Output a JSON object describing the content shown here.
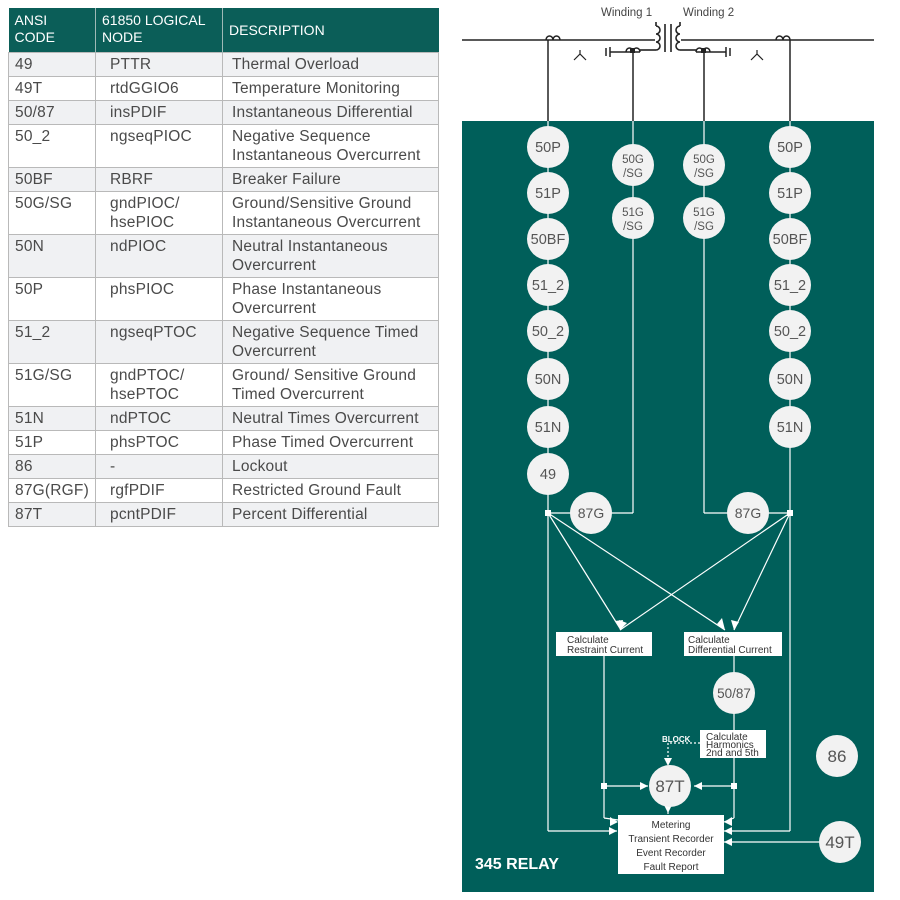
{
  "table": {
    "headers": [
      "ANSI\nCODE",
      "61850 LOGICAL\nNODE",
      "DESCRIPTION"
    ],
    "rows": [
      {
        "code": "49",
        "node": "PTTR",
        "desc": "Thermal Overload"
      },
      {
        "code": "49T",
        "node": "rtdGGIO6",
        "desc": "Temperature Monitoring"
      },
      {
        "code": "50/87",
        "node": "insPDIF",
        "desc": "Instantaneous Differential"
      },
      {
        "code": "50_2",
        "node": "ngseqPIOC",
        "desc": "Negative Sequence\nInstantaneous Overcurrent"
      },
      {
        "code": "50BF",
        "node": "RBRF",
        "desc": "Breaker Failure"
      },
      {
        "code": "50G/SG",
        "node": "gndPIOC/\nhsePIOC",
        "desc": "Ground/Sensitive Ground\nInstantaneous Overcurrent"
      },
      {
        "code": "50N",
        "node": "ndPIOC",
        "desc": "Neutral Instantaneous\nOvercurrent"
      },
      {
        "code": "50P",
        "node": "phsPIOC",
        "desc": "Phase Instantaneous\nOvercurrent"
      },
      {
        "code": "51_2",
        "node": "ngseqPTOC",
        "desc": "Negative Sequence Timed\nOvercurrent"
      },
      {
        "code": "51G/SG",
        "node": "gndPTOC/\nhsePTOC",
        "desc": "Ground/ Sensitive Ground\nTimed Overcurrent"
      },
      {
        "code": "51N",
        "node": "ndPTOC",
        "desc": "Neutral Times Overcurrent"
      },
      {
        "code": "51P",
        "node": "phsPTOC",
        "desc": "Phase Timed Overcurrent"
      },
      {
        "code": "86",
        "node": "-",
        "desc": "Lockout"
      },
      {
        "code": "87G(RGF)",
        "node": "rgfPDIF",
        "desc": "Restricted Ground Fault"
      },
      {
        "code": "87T",
        "node": "pcntPDIF",
        "desc": "Percent Differential"
      }
    ]
  },
  "diagram": {
    "winding1_label": "Winding 1",
    "winding2_label": "Winding 2",
    "relay_title": "345 RELAY",
    "left_column": [
      "50P",
      "51P",
      "50BF",
      "51_2",
      "50_2",
      "50N",
      "51N",
      "49"
    ],
    "right_column": [
      "50P",
      "51P",
      "50BF",
      "51_2",
      "50_2",
      "50N",
      "51N"
    ],
    "ground_left": [
      [
        "50G",
        "/SG"
      ],
      [
        "51G",
        "/SG"
      ]
    ],
    "ground_right": [
      [
        "50G",
        "/SG"
      ],
      [
        "51G",
        "/SG"
      ]
    ],
    "rgf_left": "87G",
    "rgf_right": "87G",
    "restraint_box": [
      "Calculate",
      "Restraint Current"
    ],
    "differential_box": [
      "Calculate",
      "Differential Current"
    ],
    "inst_diff": "50/87",
    "harmonics_box": [
      "Calculate",
      "Harmonics",
      "2nd and 5th"
    ],
    "block_label": "BLOCK",
    "percent_diff": "87T",
    "lockout": "86",
    "temp_monitor": "49T",
    "metering_box": [
      "Metering",
      "Transient Recorder",
      "Event Recorder",
      "Fault Report"
    ],
    "colors": {
      "relay_bg": "#005f5a",
      "circle_fill": "#f2f2f2",
      "line": "#ffffff",
      "header_bg": "#0b5e58"
    }
  }
}
